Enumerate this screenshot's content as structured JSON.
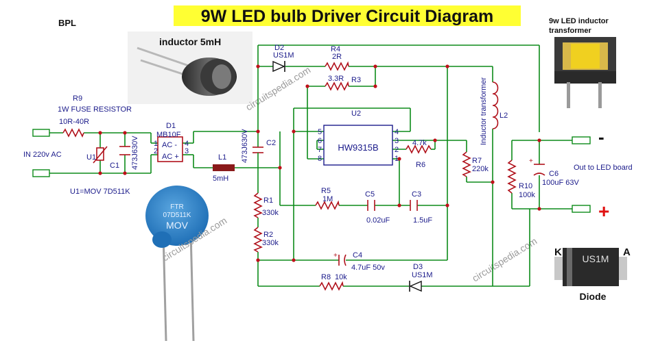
{
  "title": "9W LED bulb Driver Circuit Diagram",
  "brand": "BPL",
  "photo_labels": {
    "inductor": "inductor 5mH",
    "transformer_line1": "9w LED inductor",
    "transformer_line2": "transformer",
    "diode": "Diode",
    "diode_k": "K",
    "diode_a": "A",
    "diode_marking": "US1M",
    "mov_line1": "FTR",
    "mov_line2": "07D511K",
    "mov_line3": "MOV"
  },
  "labels": {
    "input": "IN 220v AC",
    "r9_name": "R9",
    "r9_desc": "1W FUSE RESISTOR",
    "r9_value": "10R-40R",
    "u1_ref": "U1",
    "u1_desc": "U1=MOV 7D511K",
    "c1": "C1",
    "c1_value": "473J630V",
    "d1": "D1",
    "d1_part": "MB10F",
    "d1_ac1": "AC -",
    "d1_ac2": "AC +",
    "d1_p1": "1",
    "d1_p2": "2",
    "d1_p3": "3",
    "d1_p4": "4",
    "l1": "L1",
    "l1_value": "5mH",
    "c2": "C2",
    "c2_value": "473J630V",
    "d2": "D2",
    "d2_part": "US1M",
    "r4": "R4",
    "r4_value": "2R",
    "r3": "R3",
    "r3_value": "3.3R",
    "u2": "U2",
    "u2_part": "HW9315B",
    "pin5": "5",
    "pin6": "6",
    "pin7": "7",
    "pin8": "8",
    "pin4": "4",
    "pin3": "3",
    "pin2": "2",
    "pin1": "1",
    "r6": "R6",
    "r6_value": "4.7k",
    "l2": "L2",
    "l2_desc": "Inductor transformer",
    "r7": "R7",
    "r7_value": "220k",
    "r1": "R1",
    "r1_value": "330k",
    "r2": "R2",
    "r2_value": "330k",
    "r5": "R5",
    "r5_value": "1M",
    "c5": "C5",
    "c5_value": "0.02uF",
    "c3": "C3",
    "c3_value": "1.5uF",
    "c4": "C4",
    "c4_value": "4.7uF 50v",
    "r8": "R8",
    "r8_value": "10k",
    "d3": "D3",
    "d3_part": "US1M",
    "r10": "R10",
    "r10_value": "100k",
    "c6": "C6",
    "c6_value": "100uF 63V",
    "output": "Out to LED board",
    "minus": "-",
    "plus": "+"
  },
  "watermark": "circuitspedia.com",
  "colors": {
    "wire": "#0b8a18",
    "component": "#b0101a",
    "label": "#1a1a8a",
    "title_highlight": "#ffff33",
    "plus": "#e01010"
  }
}
